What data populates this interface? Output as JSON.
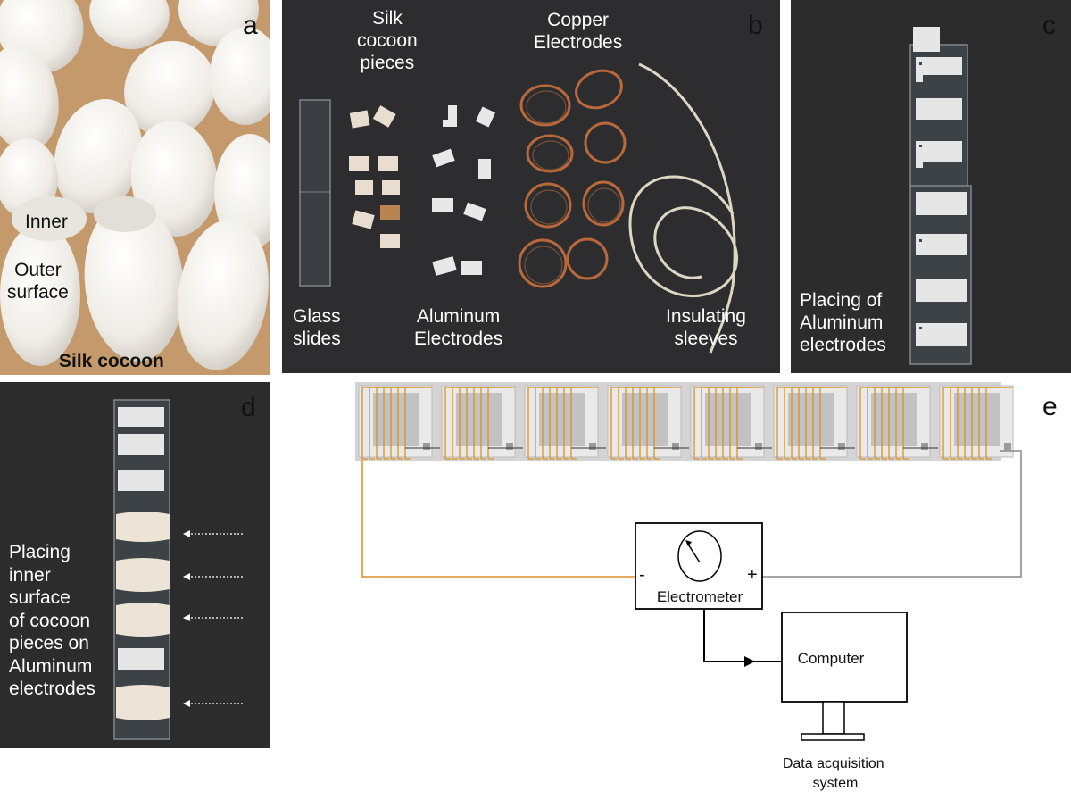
{
  "panels": {
    "a": {
      "letter": "a",
      "labels": {
        "inner": "Inner",
        "outer": "Outer\nsurface",
        "cocoon": "Silk cocoon"
      }
    },
    "b": {
      "letter": "b",
      "labels": {
        "silk_pieces": "Silk\ncocoon\npieces",
        "copper": "Copper\nElectrodes",
        "glass": "Glass\nslides",
        "aluminum": "Aluminum\nElectrodes",
        "sleeves": "Insulating\nsleeves"
      }
    },
    "c": {
      "letter": "c",
      "labels": {
        "placing": "Placing of\nAluminum\nelectrodes"
      }
    },
    "d": {
      "letter": "d",
      "labels": {
        "placing": "Placing\ninner\nsurface\nof cocoon\npieces on\nAluminum\nelectrodes"
      }
    },
    "e": {
      "letter": "e",
      "labels": {
        "minus": "-",
        "plus": "+",
        "electrometer": "Electrometer",
        "computer": "Computer",
        "daq": "Data acquisition\nsystem"
      }
    }
  },
  "colors": {
    "copper_wire": "#d9922a",
    "dark_background": "#2b2b2d",
    "cocoon_white": "#f4f2ee",
    "wood": "#c9a178"
  }
}
